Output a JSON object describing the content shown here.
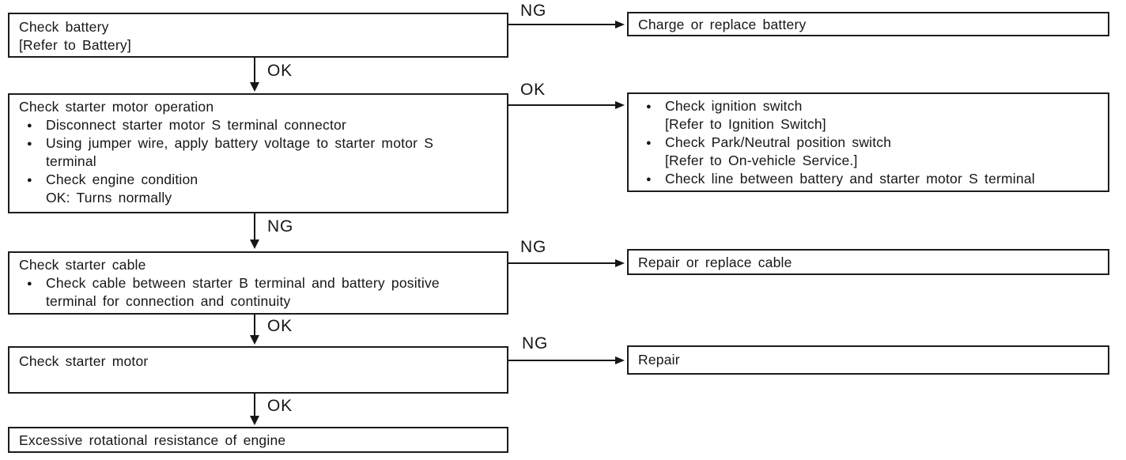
{
  "colors": {
    "ink": "#161616",
    "paper": "#ffffff"
  },
  "nodes": {
    "check_battery": {
      "title": "Check battery",
      "ref": "[Refer to Battery]"
    },
    "charge_battery": {
      "title": "Charge or replace battery"
    },
    "check_starter_motor_operation": {
      "title": "Check starter motor operation",
      "bullet1": "Disconnect starter motor S terminal connector",
      "bullet2": "Using jumper wire, apply battery voltage to starter motor S",
      "bullet2_cont": "terminal",
      "bullet3": "Check engine condition",
      "bullet3_cont": "OK: Turns normally"
    },
    "ignition_checks": {
      "bullet1": "Check ignition switch",
      "bullet1_cont": "[Refer to Ignition Switch]",
      "bullet2": "Check Park/Neutral position switch",
      "bullet2_cont": "[Refer to On-vehicle Service.]",
      "bullet3": "Check line between battery and starter motor S terminal"
    },
    "check_starter_cable": {
      "title": "Check starter cable",
      "bullet1": "Check cable between starter B terminal and battery positive",
      "bullet1_cont": "terminal for connection and continuity"
    },
    "repair_cable": {
      "title": "Repair or replace cable"
    },
    "check_starter_motor": {
      "title": "Check starter motor"
    },
    "repair": {
      "title": "Repair"
    },
    "excessive_resistance": {
      "title": "Excessive rotational resistance of engine"
    }
  },
  "connectors": {
    "battery_ng": "NG",
    "battery_ok": "OK",
    "operation_ok": "OK",
    "operation_ng": "NG",
    "cable_ng": "NG",
    "cable_ok": "OK",
    "motor_ng": "NG",
    "motor_ok": "OK"
  }
}
